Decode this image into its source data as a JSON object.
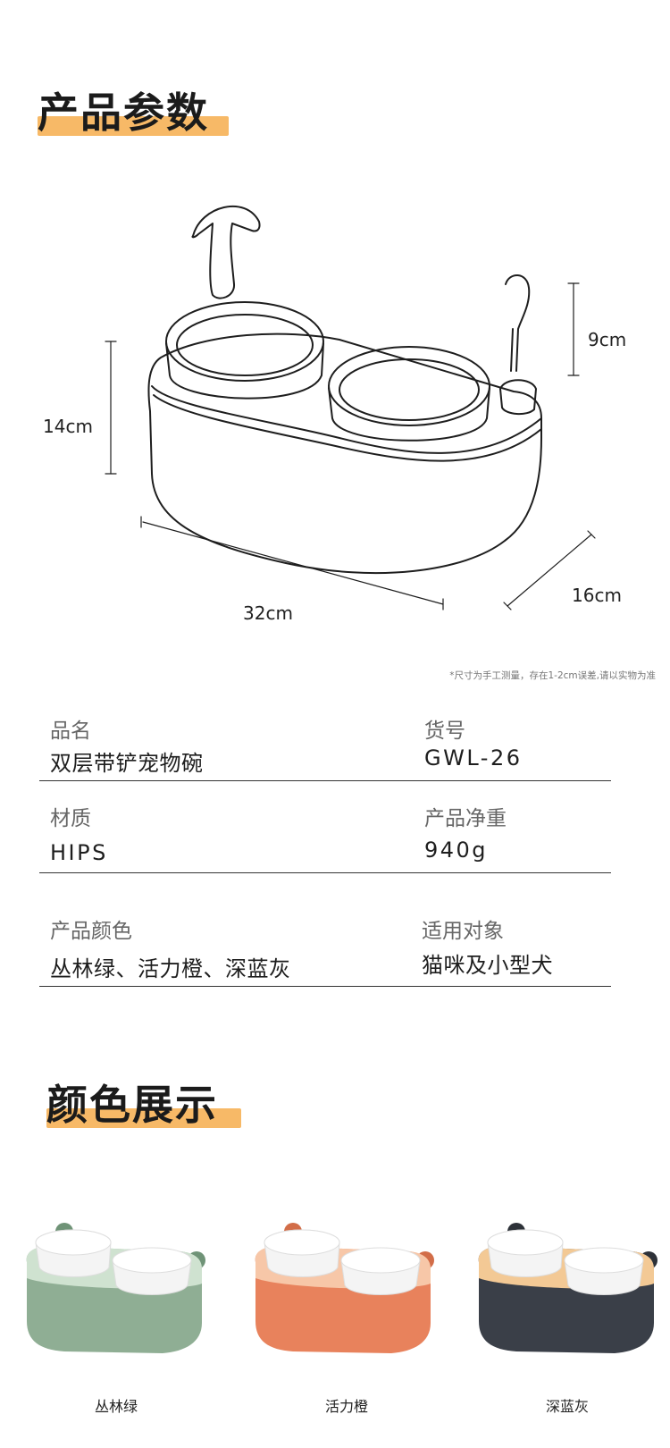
{
  "params": {
    "title": "产品参数",
    "dimensions": {
      "height": "14cm",
      "length": "32cm",
      "width": "16cm",
      "spoon_height": "9cm"
    },
    "note": "*尺寸为手工测量，存在1-2cm误差,请以实物为准"
  },
  "specs": {
    "rows": [
      {
        "left_label": "品名",
        "left_value": "双层带铲宠物碗",
        "right_label": "货号",
        "right_value": "GWL-26"
      },
      {
        "left_label": "材质",
        "left_value": "HIPS",
        "right_label": "产品净重",
        "right_value": "940g"
      },
      {
        "left_label": "产品颜色",
        "left_value": "丛林绿、活力橙、深蓝灰",
        "right_label": "适用对象",
        "right_value": "猫咪及小型犬"
      }
    ]
  },
  "colors": {
    "title": "颜色展示",
    "items": [
      {
        "name": "丛林绿",
        "base": "#8fae94",
        "tray": "#cfe2d0",
        "accent": "#6f9377"
      },
      {
        "name": "活力橙",
        "base": "#e8825c",
        "tray": "#f7c7a8",
        "accent": "#d26d48"
      },
      {
        "name": "深蓝灰",
        "base": "#3a3f48",
        "tray": "#f3c995",
        "accent": "#2d3138"
      }
    ]
  },
  "theme": {
    "highlight": "#f7b967",
    "rule": "#333333"
  }
}
